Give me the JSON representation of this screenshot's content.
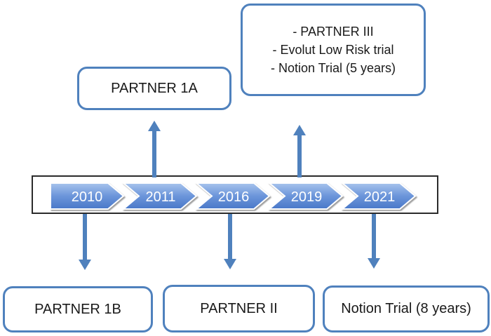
{
  "diagram": {
    "timeline": {
      "years": [
        "2010",
        "2011",
        "2016",
        "2019",
        "2021"
      ]
    },
    "boxes": {
      "partner_iii_group": {
        "lines": [
          "- PARTNER III",
          "- Evolut Low Risk trial",
          "- Notion Trial (5 years)"
        ]
      },
      "partner_1a": "PARTNER 1A",
      "partner_1b": "PARTNER 1B",
      "partner_ii": "PARTNER II",
      "notion_8y": "Notion Trial (8 years)"
    },
    "colors": {
      "box_border": "#4f81bd",
      "arrow": "#4f81bd",
      "chevron_top": "#a8c4ec",
      "chevron_mid": "#6b95da",
      "chevron_bottom": "#4a78c8",
      "bar_border": "#2b2b2b",
      "year_text": "#ffffff",
      "label_text": "#1a1a1a"
    }
  }
}
